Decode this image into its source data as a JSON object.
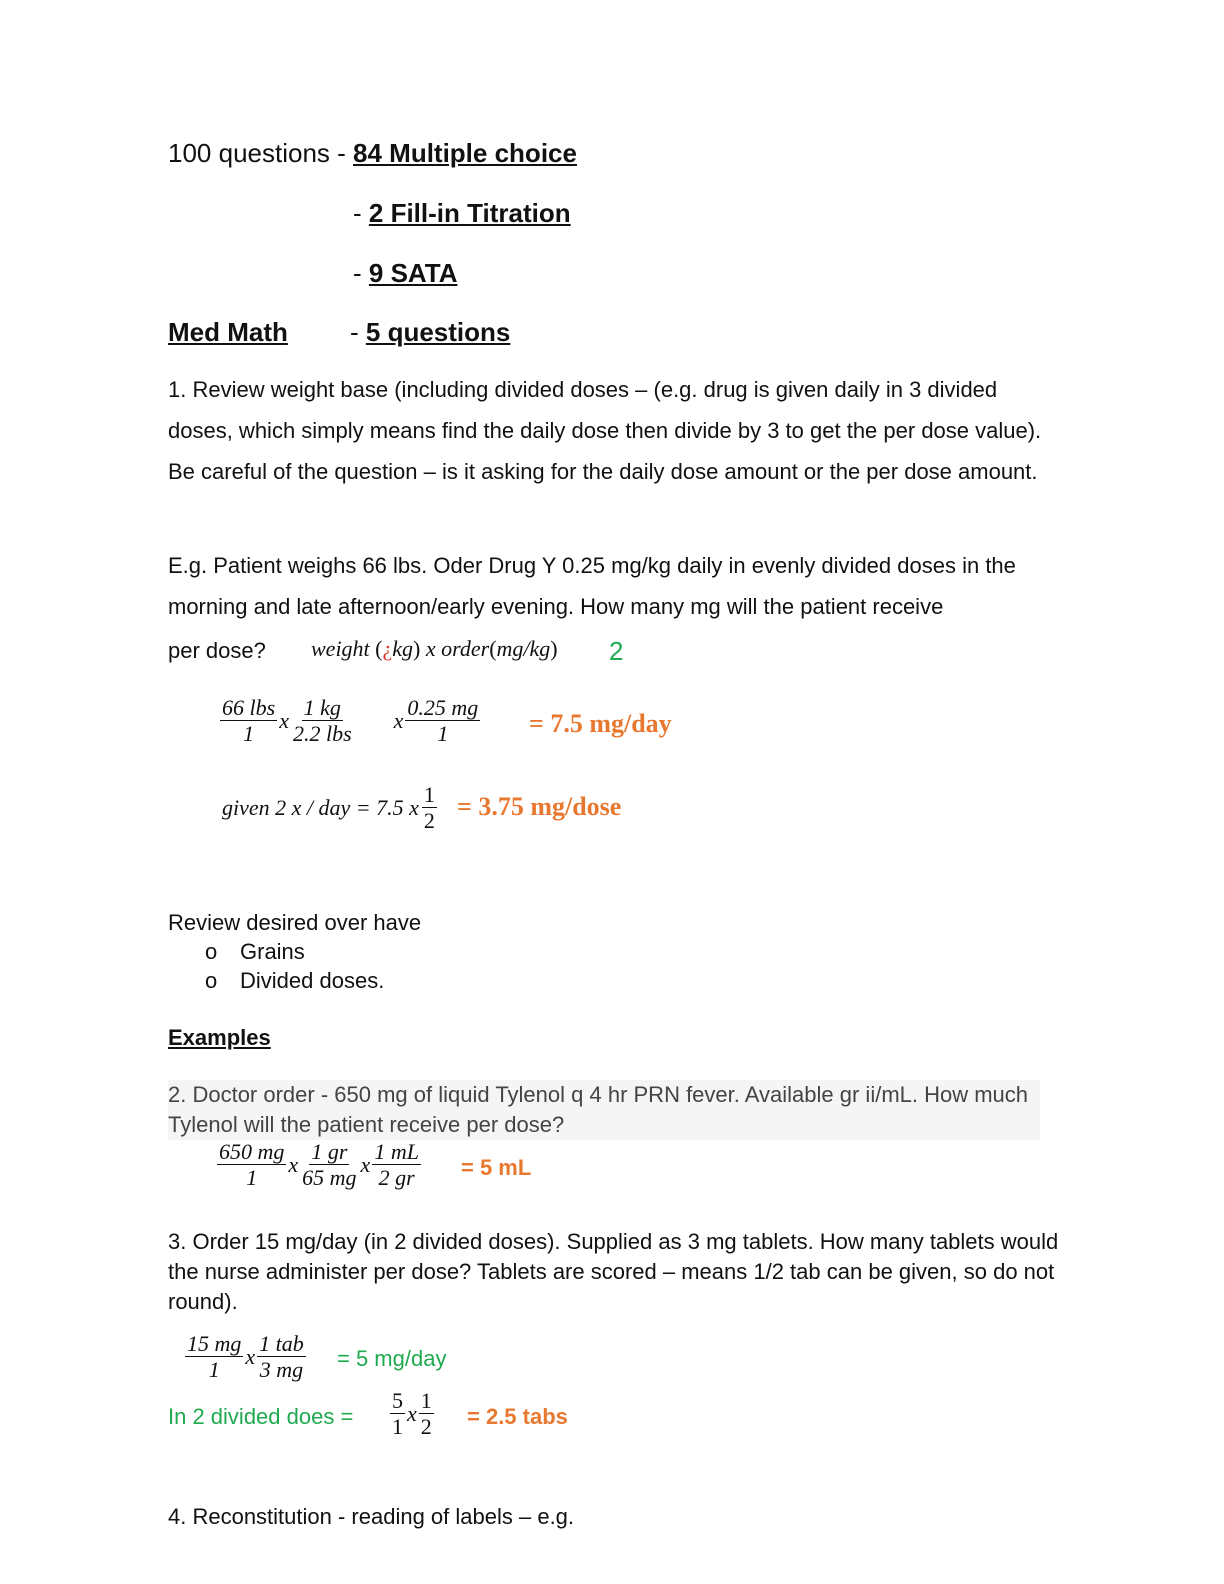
{
  "header": {
    "total": "100 questions - ",
    "mc": "84 Multiple choice",
    "dash": "- ",
    "fill": "2 Fill-in Titration",
    "sata": "9 SATA",
    "med_math": "Med Math",
    "med_q": "5 questions"
  },
  "q1": {
    "text": "1. Review weight base (including divided doses – (e.g. drug is given daily in 3 divided doses, which simply means find the daily dose then divide by 3 to get the per dose value). Be careful of the question – is it asking for the daily dose amount or the per dose amount.",
    "eg_text": "E.g. Patient weighs 66 lbs. Oder Drug Y 0.25 mg/kg daily in evenly divided doses in the morning and late afternoon/early evening. How many mg will the patient receive",
    "per_dose": "per dose?",
    "formula_weight": "weight",
    "formula_lp": "(",
    "formula_inv": "¿",
    "formula_kg": "kg",
    "formula_rp": ")",
    "formula_x": "x",
    "formula_order": "order",
    "formula_lp2": "(",
    "formula_mgkg": "mg/kg",
    "formula_rp2": ")",
    "formula_2": "2",
    "f1_n1": "66 lbs",
    "f1_d1": "1",
    "f1_n2": "1 kg",
    "f1_d2": "2.2 lbs",
    "f1_n3": "0.25 mg",
    "f1_d3": "1",
    "x": "x",
    "result1": "= 7.5 mg/day",
    "given": "given 2 x / day = 7.5 x",
    "half_n": "1",
    "half_d": "2",
    "result2": "= 3.75 mg/dose"
  },
  "review": {
    "title": "Review desired over have",
    "bullet": "o",
    "items": [
      "Grains",
      "Divided doses."
    ]
  },
  "examples_heading": "Examples",
  "q2": {
    "text": "2. Doctor order - 650 mg of liquid Tylenol q 4 hr PRN fever. Available gr ii/mL. How much Tylenol will the patient receive per dose?",
    "n1": "650 mg",
    "d1": "1",
    "n2": "1 gr",
    "d2": "65 mg",
    "n3": "1 mL",
    "d3": "2 gr",
    "x": "x",
    "result": "= 5 mL"
  },
  "q3": {
    "text": "3. Order 15 mg/day (in 2 divided doses). Supplied as 3 mg tablets. How many tablets would the nurse administer per dose? Tablets are scored – means 1/2 tab can be given, so do not round).",
    "n1": "15 mg",
    "d1": "1",
    "n2": "1 tab",
    "d2": "3 mg",
    "x": "x",
    "result1": "= 5 mg/day",
    "divided_label": "In 2 divided does =",
    "n3": "5",
    "d3": "1",
    "n4": "1",
    "d4": "2",
    "result2": "= 2.5 tabs"
  },
  "q4": {
    "text": "4. Reconstitution - reading of labels – e.g."
  }
}
